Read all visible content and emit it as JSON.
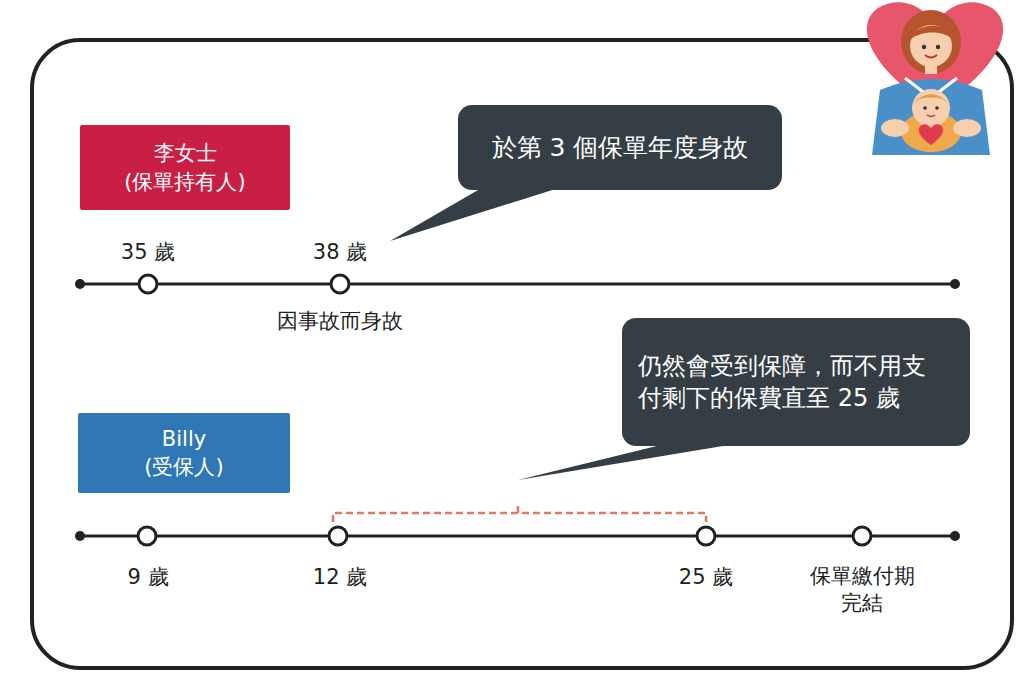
{
  "diagram": {
    "nodes": [
      {
        "text": [
          "李女士 (保單持有人)"
        ]
      },
      {
        "text": [
          "於第 3 個保單年度身故"
        ]
      },
      {
        "text": [
          "Billy (受保人)"
        ]
      },
      {
        "text": [
          "仍然會受到保障，而不用支 付剩下的保費直至 25 歲"
        ]
      }
    ],
    "labels": [
      "35 歲",
      "38 歲",
      "因事故而身故",
      "9 歲",
      "12 歲",
      "25 歲",
      "保單繳付期 完結"
    ]
  }
}
